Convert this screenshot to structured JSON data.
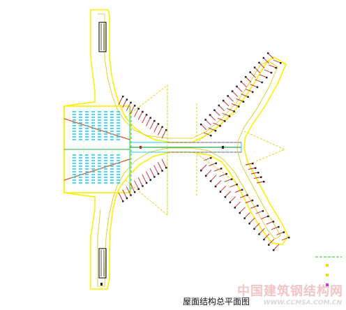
{
  "caption": "屋面结构总平面图",
  "watermark": {
    "chinese": "中国建筑钢结构网",
    "url": "WWW.CCMSA.COM.CN"
  },
  "colors": {
    "outline": "#ffee00",
    "structure_red": "#cc2222",
    "cyan_elements": "#22ccee",
    "center_green": "#22aa44",
    "legend_green": "#22bb22",
    "legend_yellow": "#eedd00",
    "legend_magenta": "#dd33dd"
  }
}
